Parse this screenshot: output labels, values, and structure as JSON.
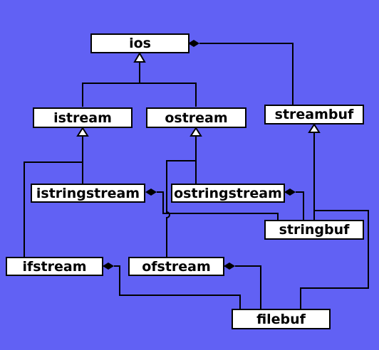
{
  "colors": {
    "background": "#6161f4",
    "box_fill": "#ffffff",
    "line": "#000000"
  },
  "classes": {
    "ios": "ios",
    "istream": "istream",
    "ostream": "ostream",
    "streambuf": "streambuf",
    "istringstream": "istringstream",
    "ostringstream": "ostringstream",
    "stringbuf": "stringbuf",
    "ifstream": "ifstream",
    "ofstream": "ofstream",
    "filebuf": "filebuf"
  },
  "relationships": [
    {
      "type": "inheritance",
      "from": "istream",
      "to": "ios"
    },
    {
      "type": "inheritance",
      "from": "ostream",
      "to": "ios"
    },
    {
      "type": "inheritance",
      "from": "istringstream",
      "to": "istream"
    },
    {
      "type": "inheritance",
      "from": "ifstream",
      "to": "istream"
    },
    {
      "type": "inheritance",
      "from": "ostringstream",
      "to": "ostream"
    },
    {
      "type": "inheritance",
      "from": "ofstream",
      "to": "ostream"
    },
    {
      "type": "inheritance",
      "from": "stringbuf",
      "to": "streambuf"
    },
    {
      "type": "inheritance",
      "from": "filebuf",
      "to": "streambuf"
    },
    {
      "type": "composition",
      "whole": "ios",
      "part": "streambuf"
    },
    {
      "type": "composition",
      "whole": "istringstream",
      "part": "stringbuf"
    },
    {
      "type": "composition",
      "whole": "ostringstream",
      "part": "stringbuf"
    },
    {
      "type": "composition",
      "whole": "ifstream",
      "part": "filebuf"
    },
    {
      "type": "composition",
      "whole": "ofstream",
      "part": "filebuf"
    }
  ]
}
